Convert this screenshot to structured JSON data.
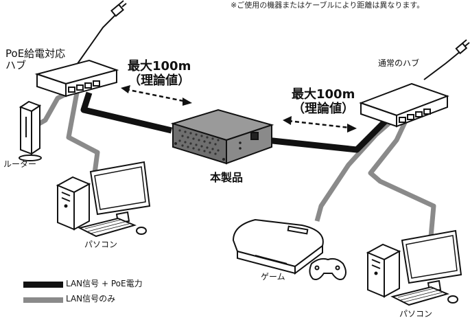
{
  "note": "※ご使用の機器またはケーブルにより距離は異なります。",
  "poe_hub_label": [
    "PoE給電対応",
    "ハブ"
  ],
  "distance_label_1": [
    "最大100m",
    "（理論値）"
  ],
  "distance_label_2": [
    "最大100m",
    "（理論値）"
  ],
  "normal_hub_label": "通常のハブ",
  "product_label": "本製品",
  "router_label": "ルーター",
  "pc_label_left": "パソコン",
  "game_label": "ゲーム",
  "pc_label_right": "パソコン",
  "legend": {
    "poe_line": "LAN信号 + PoE電力",
    "lan_line": "LAN信号のみ"
  },
  "colors": {
    "poe_cable": "#111111",
    "lan_cable": "#8a8a8a",
    "device_fill": "#ffffff",
    "product_fill": "#7a7a7a"
  }
}
